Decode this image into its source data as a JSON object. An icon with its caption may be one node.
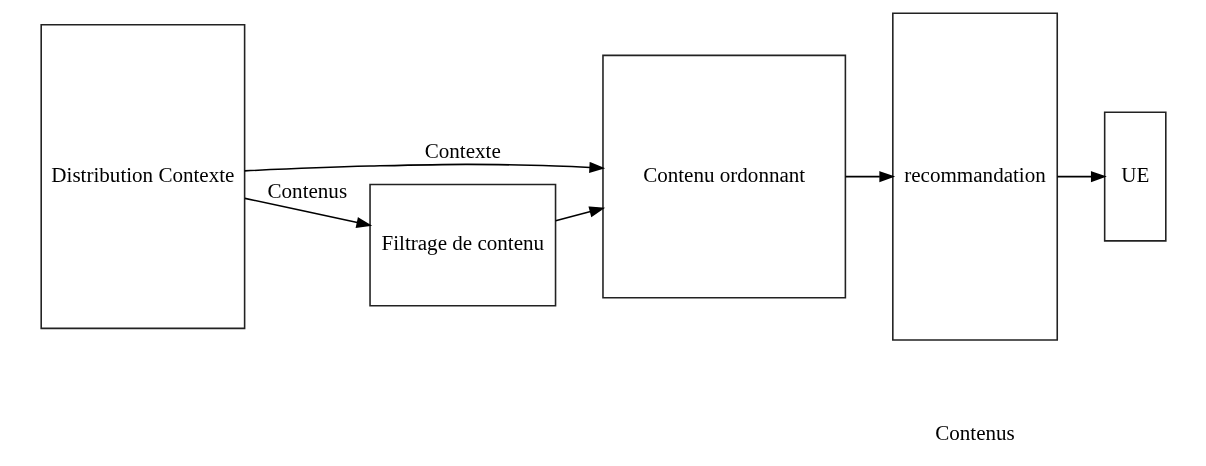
{
  "diagram": {
    "nodes": [
      {
        "text": [
          "Distribution Contexte"
        ]
      },
      {
        "text": [
          "Filtrage de contenu"
        ]
      },
      {
        "text": [
          "Contenu ordonnant"
        ]
      },
      {
        "text": [
          "recommandation"
        ]
      },
      {
        "text": [
          "UE"
        ]
      }
    ],
    "edges": [
      {
        "from": 0,
        "to": 2,
        "arrow": "to",
        "label": "Contexte"
      },
      {
        "from": 0,
        "to": 1,
        "arrow": "to",
        "label": "Contenus"
      },
      {
        "from": 1,
        "to": 2,
        "arrow": "to"
      },
      {
        "from": 2,
        "to": 3,
        "arrow": "to"
      },
      {
        "from": 3,
        "to": 4,
        "arrow": "to"
      }
    ],
    "labels": [
      "Contenus"
    ]
  }
}
